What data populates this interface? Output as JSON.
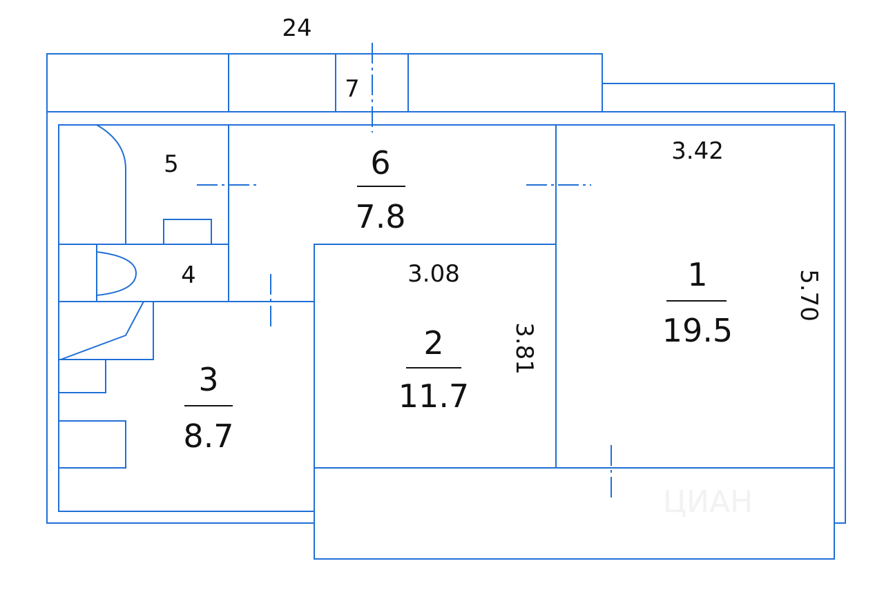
{
  "plan": {
    "overall_width": "24",
    "rooms": [
      {
        "number": "1",
        "area": "19.5"
      },
      {
        "number": "2",
        "area": "11.7"
      },
      {
        "number": "3",
        "area": "8.7"
      },
      {
        "number": "4"
      },
      {
        "number": "5"
      },
      {
        "number": "6",
        "area": "7.8"
      },
      {
        "number": "7"
      }
    ],
    "dimensions": {
      "room1_width": "3.42",
      "room1_length": "5.70",
      "room2_width": "3.08",
      "room2_length": "3.81"
    },
    "watermark": "ЦИАН",
    "line_color": "#1f6fd6"
  }
}
